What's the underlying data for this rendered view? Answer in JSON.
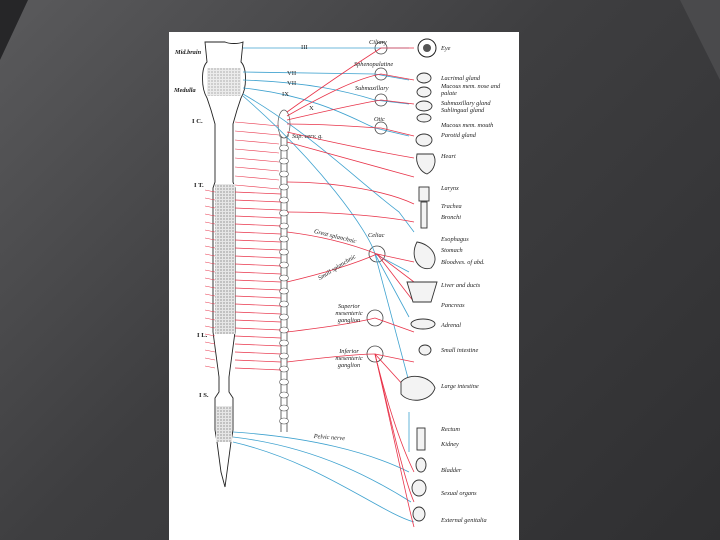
{
  "slide": {
    "background_colors": [
      "#5a5a5c",
      "#2f2f31"
    ],
    "corner_color": "#1f1f21"
  },
  "figure": {
    "colors": {
      "sympathetic": "#e8344a",
      "parasympathetic": "#3fa2cf",
      "stippled_region": "#c8c8c8"
    },
    "cord_labels": {
      "midbrain": "Mid.brain",
      "medulla": "Medulla",
      "cervical": "I C.",
      "thoracic": "I T.",
      "lumbar": "I L.",
      "sacral": "I S."
    },
    "nerve_labels": {
      "n3": "III",
      "n7": "VII",
      "n9": "IX",
      "n10": "X"
    },
    "ganglion_labels": {
      "ciliary": "Ciliary",
      "sphenopalatine": "Sphenopalatine",
      "submaxillary": "Submaxillary",
      "otic": "Otic",
      "sup_cerv": "Sup. cerv. g.",
      "celiac": "Celiac",
      "great_splanchnic": "Great splanchnic",
      "small_splanchnic": "Small splanchnic",
      "sup_mesenteric": "Superior mesenteric ganglion",
      "inf_mesenteric": "Inferior mesenteric ganglion",
      "pelvic": "Pelvic nerve"
    },
    "organ_labels": [
      "Eye",
      "Lacrimal gland",
      "Mucous mem. nose and palate",
      "Submaxillary gland",
      "Sublingual gland",
      "Mucous mem. mouth",
      "Parotid gland",
      "Heart",
      "Larynx",
      "Trachea",
      "Bronchi",
      "Esophagus",
      "Stomach",
      "Bloodves. of abd.",
      "Liver and ducts",
      "Pancreas",
      "Adrenal",
      "Small intestine",
      "Large intestine",
      "Rectum",
      "Kidney",
      "Bladder",
      "Sexual organs",
      "External genitalia"
    ]
  }
}
